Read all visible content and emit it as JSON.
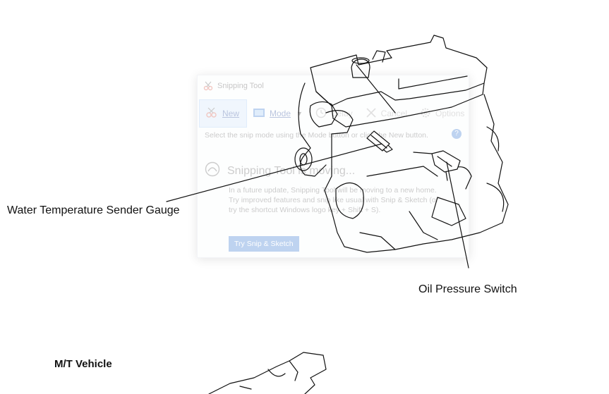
{
  "snipping_tool": {
    "title": "Snipping Tool",
    "buttons": {
      "new": "New",
      "mode": "Mode",
      "delay": "Delay",
      "cancel": "Cancel",
      "options": "Options"
    },
    "hint_text": "Select the snip mode using the Mode button or click the New button.",
    "moving_title": "Snipping Tool is moving...",
    "moving_text": "In a future update, Snipping Tool will be moving to a new home. Try improved features and snip like usual with Snip & Sketch (or try the shortcut Windows logo key + Shift + S).",
    "try_button": "Try Snip & Sketch"
  },
  "diagram": {
    "labels": {
      "water_temp_sender": "Water Temperature Sender Gauge",
      "oil_pressure_switch": "Oil Pressure Switch",
      "mt_vehicle": "M/T Vehicle"
    }
  },
  "colors": {
    "snip_accent": "#2b6fcf",
    "snip_active_bg": "#cfe3fb",
    "line_art": "#111111"
  }
}
